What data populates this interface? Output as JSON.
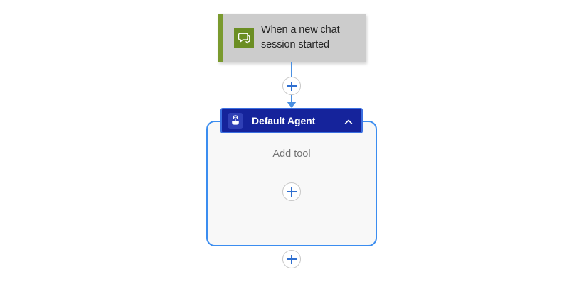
{
  "canvas": {
    "background_color": "#ffffff"
  },
  "trigger": {
    "title": "When a new chat session started",
    "icon": "chat-bubble-icon",
    "accent_color": "#7a9a2e",
    "icon_background": "#6b8e23",
    "card_background": "#cccccc",
    "text_color": "#242424"
  },
  "connectors": {
    "line_color": "#4a90e2",
    "add_step_top": "+",
    "add_step_middle": "+",
    "add_step_bottom": "+",
    "plus_color": "#2f6fd0"
  },
  "agent": {
    "title": "Default Agent",
    "icon": "robot-icon",
    "collapse_icon": "chevron-up-icon",
    "header_background": "#15239b",
    "header_border": "#3b6fe0",
    "body_background": "#f8f8f8",
    "body_border": "#3b8df0",
    "add_tool_label": "Add tool",
    "add_tool_text_color": "#757575"
  }
}
